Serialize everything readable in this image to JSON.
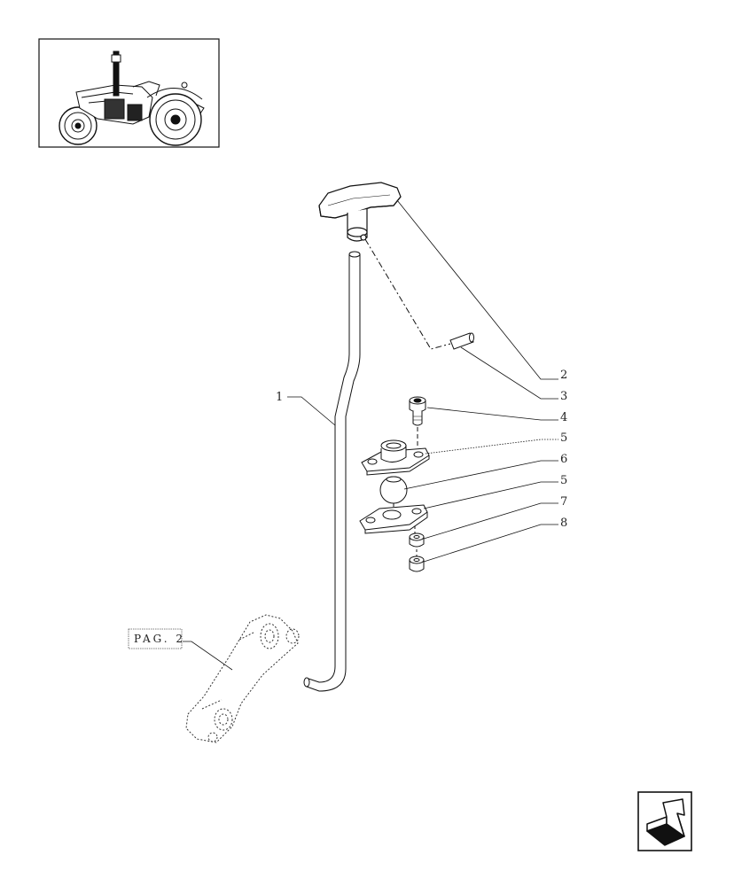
{
  "callouts": [
    {
      "id": "1",
      "label": "1"
    },
    {
      "id": "2",
      "label": "2"
    },
    {
      "id": "3",
      "label": "3"
    },
    {
      "id": "4",
      "label": "4"
    },
    {
      "id": "5a",
      "label": "5"
    },
    {
      "id": "6",
      "label": "6"
    },
    {
      "id": "5b",
      "label": "5"
    },
    {
      "id": "7",
      "label": "7"
    },
    {
      "id": "8",
      "label": "8"
    }
  ],
  "page_reference": "PAG. 2",
  "icons": {
    "thumbnail": "tractor-icon",
    "navigation": "next-page-arrow-icon"
  }
}
